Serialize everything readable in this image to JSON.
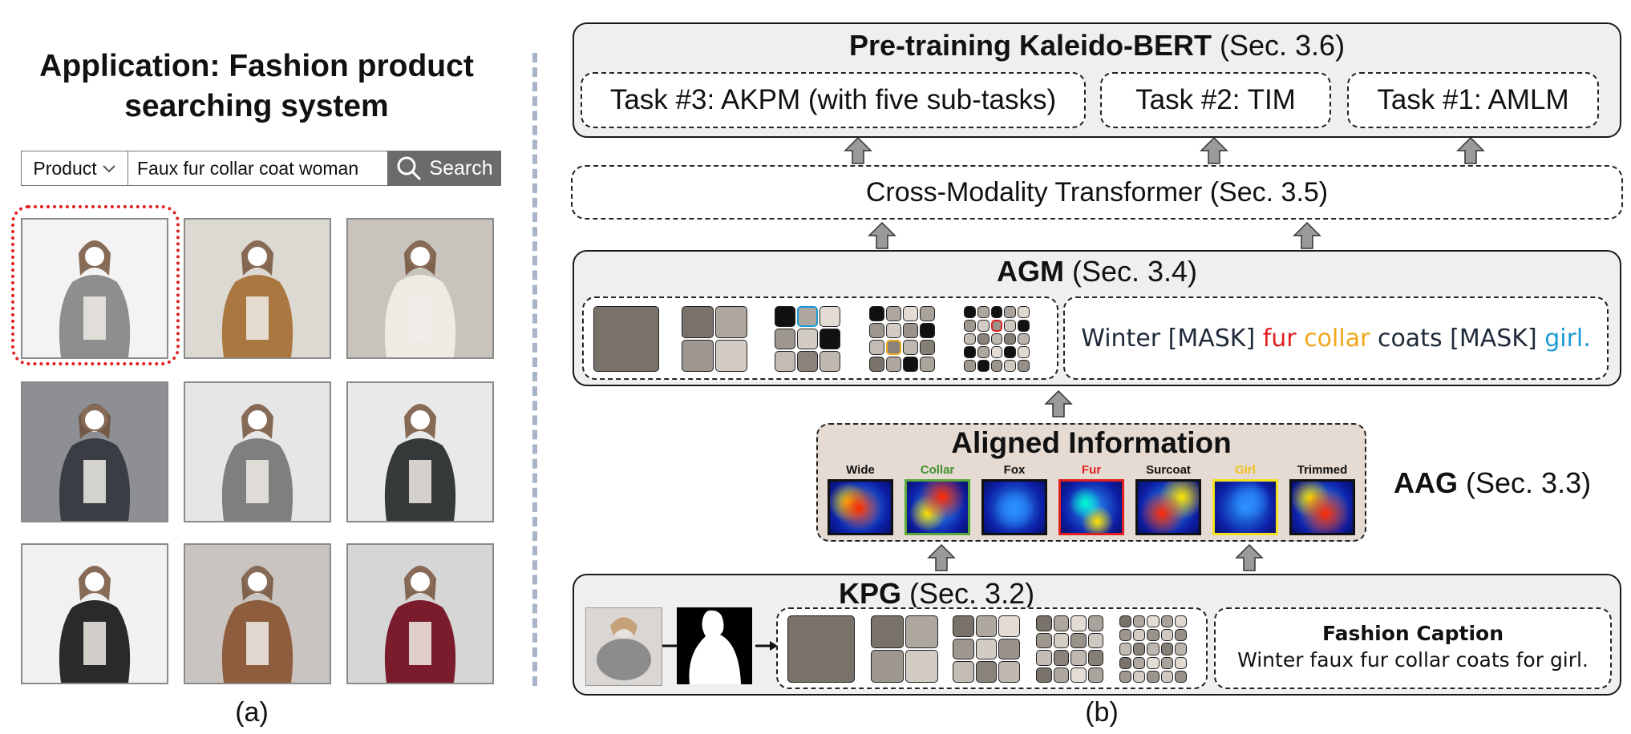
{
  "left_panel": {
    "title": "Application: Fashion product\nsearching system",
    "search": {
      "category": "Product",
      "query": "Faux fur collar coat woman",
      "button": "Search"
    },
    "results_count": 9,
    "label": "(a)"
  },
  "right_panel": {
    "pretraining": {
      "title_bold": "Pre-training Kaleido-BERT",
      "title_sec": "(Sec. 3.6)",
      "tasks": [
        "Task #3: AKPM (with five sub-tasks)",
        "Task #2: TIM",
        "Task #1: AMLM"
      ]
    },
    "transformer": {
      "label": "Cross-Modality Transformer (Sec. 3.5)"
    },
    "agm": {
      "title_bold": "AGM",
      "title_sec": "(Sec. 3.4)",
      "caption_parts": [
        {
          "text": "Winter [MASK] ",
          "color": "#1f2a3a"
        },
        {
          "text": "fur ",
          "color": "#e02020"
        },
        {
          "text": "collar ",
          "color": "#f2a81d"
        },
        {
          "text": "coats [MASK] ",
          "color": "#1f2a3a"
        },
        {
          "text": "girl.",
          "color": "#1a9ad6"
        }
      ]
    },
    "aag": {
      "box_title": "Aligned Information",
      "side_bold": "AAG",
      "side_sec": "(Sec. 3.3)",
      "maps": [
        {
          "label": "Wide",
          "color": "#111111",
          "border": "#111111"
        },
        {
          "label": "Collar",
          "color": "#3f8f2e",
          "border": "#5aa83a"
        },
        {
          "label": "Fox",
          "color": "#111111",
          "border": "#111111"
        },
        {
          "label": "Fur",
          "color": "#e02020",
          "border": "#e02020"
        },
        {
          "label": "Surcoat",
          "color": "#111111",
          "border": "#111111"
        },
        {
          "label": "Girl",
          "color": "#f2c21d",
          "border": "#f2e01d"
        },
        {
          "label": "Trimmed",
          "color": "#111111",
          "border": "#111111"
        }
      ]
    },
    "kpg": {
      "title_bold": "KPG",
      "title_sec": "(Sec. 3.2)",
      "caption_title": "Fashion Caption",
      "caption_text": "Winter faux fur collar coats for girl."
    },
    "label": "(b)"
  },
  "colors": {
    "panel_bg": "#efefef",
    "aag_bg": "#e5dbd3",
    "search_button": "#6b6b6b",
    "selection": "#e02020",
    "divider": "#a8b4c8"
  }
}
